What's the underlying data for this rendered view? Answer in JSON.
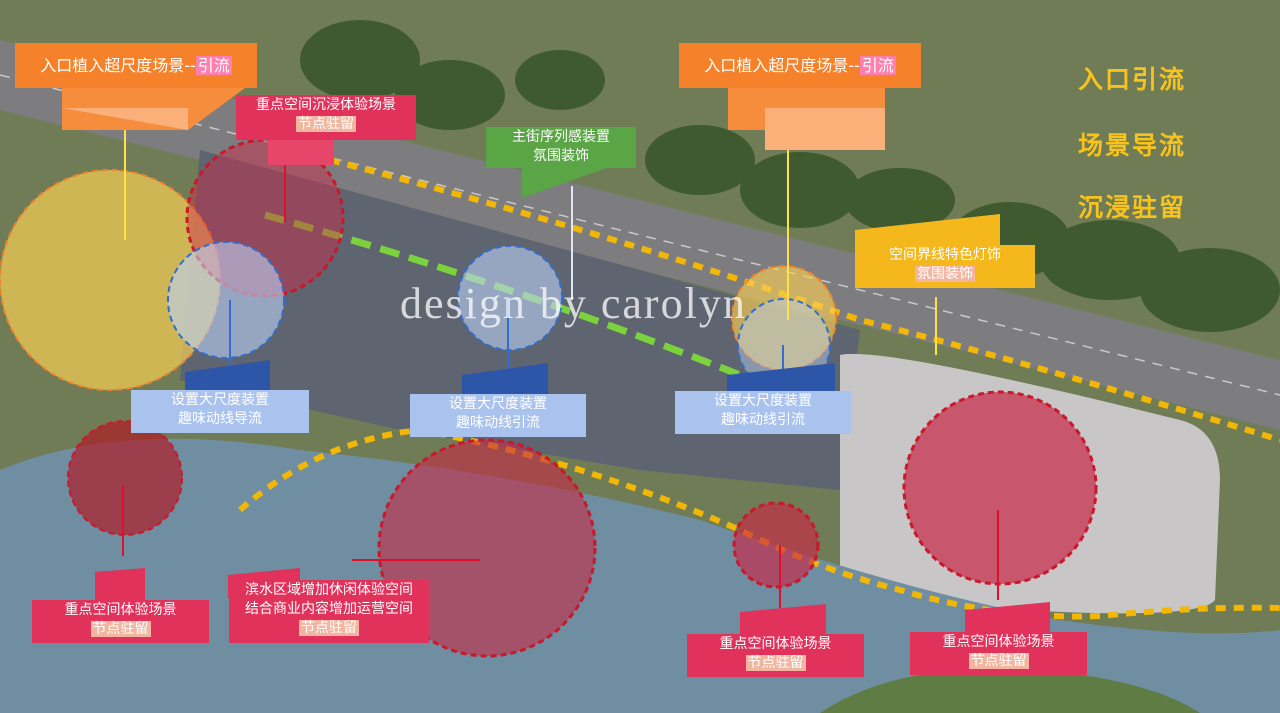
{
  "labels": {
    "entrance_left": {
      "main": "入口植入超尺度场景--",
      "hl": "引流"
    },
    "entrance_right": {
      "main": "入口植入超尺度场景--",
      "hl": "引流"
    },
    "immersive": {
      "line1": "重点空间沉浸体验场景",
      "line2": "节点驻留"
    },
    "main_street": {
      "line1": "主街序列感装置",
      "line2": "氛围装饰"
    },
    "boundary_light": {
      "line1": "空间界线特色灯饰",
      "line2": "氛围装饰"
    },
    "device_left": {
      "line1": "设置大尺度装置",
      "line2": "趣味动线导流"
    },
    "device_mid": {
      "line1": "设置大尺度装置",
      "line2": "趣味动线引流"
    },
    "device_right": {
      "line1": "设置大尺度装置",
      "line2": "趣味动线引流"
    },
    "exp_left": {
      "line1": "重点空间体验场景",
      "line2": "节点驻留"
    },
    "waterfront": {
      "line1": "滨水区域增加休闲体验空间",
      "line2": "结合商业内容增加运营空间",
      "line3": "节点驻留"
    },
    "exp_mid": {
      "line1": "重点空间体验场景",
      "line2": "节点驻留"
    },
    "exp_right": {
      "line1": "重点空间体验场景",
      "line2": "节点驻留"
    }
  },
  "side_titles": [
    "入口引流",
    "场景导流",
    "沉浸驻留"
  ],
  "watermark": "design by carolyn",
  "colors": {
    "orange": "#f5822a",
    "crimson": "#e0325a",
    "green": "#5aa545",
    "yellow_label": "#f4b81c",
    "blue_label": "#a9c3ee",
    "title_gold": "#f8c31c",
    "dash_yellow": "#f2b705",
    "dash_green": "#7bd23c"
  }
}
